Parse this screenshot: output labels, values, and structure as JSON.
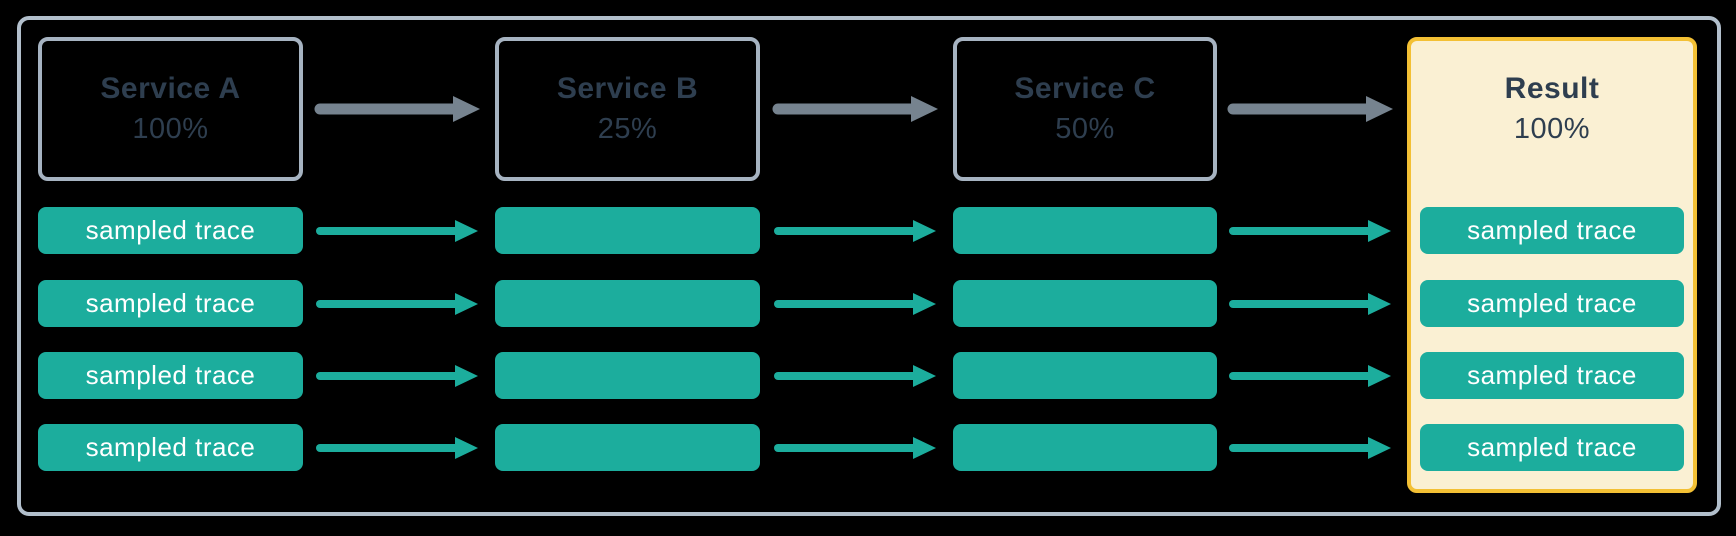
{
  "theme": {
    "background": "#000000",
    "frame_border": "#b2bfcc",
    "service_border": "#a6b3c1",
    "service_text": "#2e3e4f",
    "trace_fill": "#1cad9d",
    "trace_text": "#ffffff",
    "arrow_gray": "#76838f",
    "arrow_teal": "#1cad9d",
    "result_fill": "#faf0d3",
    "result_border": "#f3c034",
    "result_text": "#2e3e4f"
  },
  "diagram": {
    "description": "Trace sampling flow: traces pass through services with different sampling rates",
    "columns": [
      {
        "title": "Service A",
        "subtitle": "100%",
        "traces": [
          "sampled trace",
          "sampled trace",
          "sampled trace",
          "sampled trace"
        ]
      },
      {
        "title": "Service B",
        "subtitle": "25%",
        "traces": [
          "",
          "",
          "",
          ""
        ]
      },
      {
        "title": "Service C",
        "subtitle": "50%",
        "traces": [
          "",
          "",
          "",
          ""
        ]
      },
      {
        "title": "Result",
        "subtitle": "100%",
        "traces": [
          "sampled trace",
          "sampled trace",
          "sampled trace",
          "sampled trace"
        ]
      }
    ]
  }
}
